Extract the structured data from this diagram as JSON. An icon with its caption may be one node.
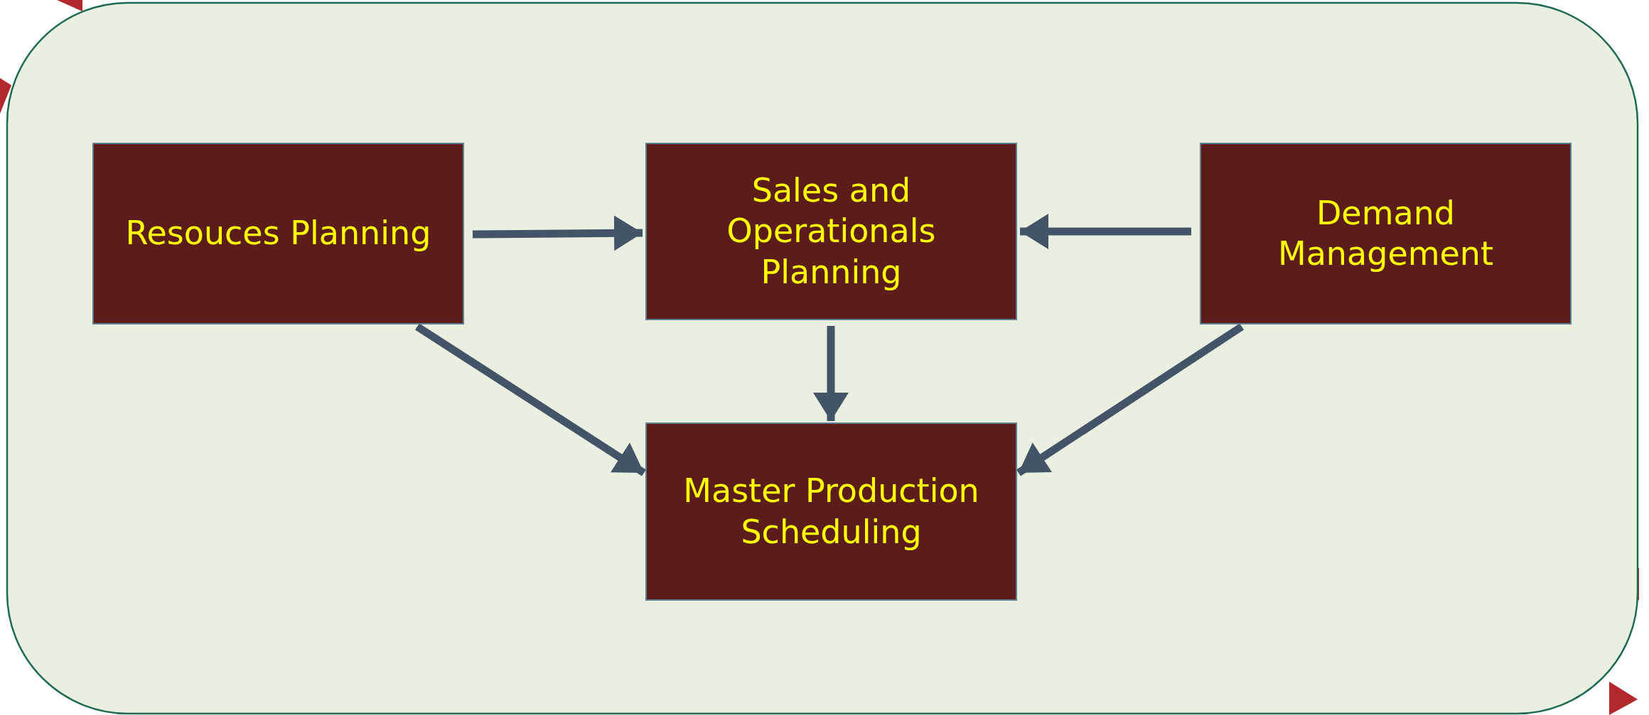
{
  "diagram": {
    "nodes": [
      {
        "text": [
          "Resouces Planning"
        ]
      },
      {
        "text": [
          "Sales and Operationals Planning"
        ]
      },
      {
        "text": [
          "Demand Management"
        ]
      },
      {
        "text": [
          "Master Production Scheduling"
        ]
      }
    ],
    "edges": [
      {
        "from": 0,
        "to": 1,
        "arrow": "to"
      },
      {
        "from": 2,
        "to": 1,
        "arrow": "to"
      },
      {
        "from": 1,
        "to": 3,
        "arrow": "to"
      },
      {
        "from": 0,
        "to": 3,
        "arrow": "to"
      },
      {
        "from": 2,
        "to": 3,
        "arrow": "to"
      }
    ]
  }
}
